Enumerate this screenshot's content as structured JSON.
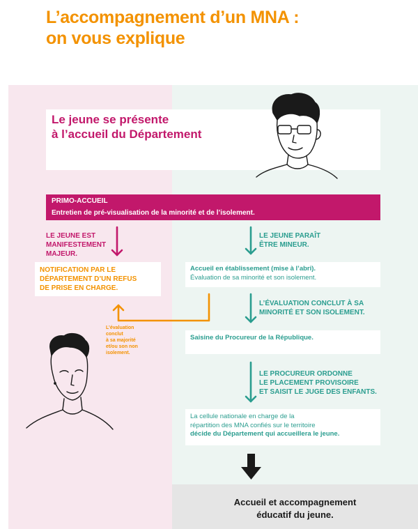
{
  "title": {
    "line1": "L’accompagnement d’un MNA :",
    "line2": "on vous explique"
  },
  "intro": {
    "line1": "Le jeune se présente",
    "line2": "à l’accueil du Département"
  },
  "primo": {
    "title": "PRIMO-ACCUEIL",
    "text": "Entretien de pré-visualisation de la minorité et de l’isolement."
  },
  "left_branch": {
    "label": [
      "LE JEUNE EST",
      "MANIFESTEMENT",
      "MAJEUR."
    ],
    "notification": [
      "NOTIFICATION PAR LE",
      "DÉPARTEMENT D’UN REFUS",
      "DE PRISE EN CHARGE."
    ],
    "evaluation_note": [
      "L’évaluation",
      "conclut",
      "à sa majorité",
      "et/ou son non",
      "isolement."
    ]
  },
  "right_branch": {
    "label_minor": [
      "LE JEUNE PARAÎT",
      "ÊTRE MINEUR."
    ],
    "accueil": [
      "Accueil en établissement (mise à l’abri).",
      "Évaluation de sa minorité et son isolement."
    ],
    "label_eval": [
      "L’ÉVALUATION CONCLUT À SA",
      "MINORITÉ ET SON ISOLEMENT."
    ],
    "saisine": "Saisine du Procureur de la République.",
    "label_procureur": [
      "LE PROCUREUR ORDONNE",
      "LE PLACEMENT PROVISOIRE",
      "ET SAISIT LE JUGE DES ENFANTS."
    ],
    "cellule": [
      "La cellule nationale en charge de la",
      "répartition des MNA confiés sur le territoire",
      "décide du Département qui accueillera le jeune."
    ]
  },
  "final": {
    "line1": "Accueil et accompagnement",
    "line2": "éducatif du jeune."
  },
  "colors": {
    "orange": "#f39200",
    "magenta": "#c2186b",
    "teal": "#2a9d8f",
    "pink_bg": "#f8e7ee",
    "mint_bg": "#edf5f2"
  },
  "icons": [
    "boy-portrait-illustration",
    "woman-portrait-illustration",
    "arrow-down-icon"
  ]
}
